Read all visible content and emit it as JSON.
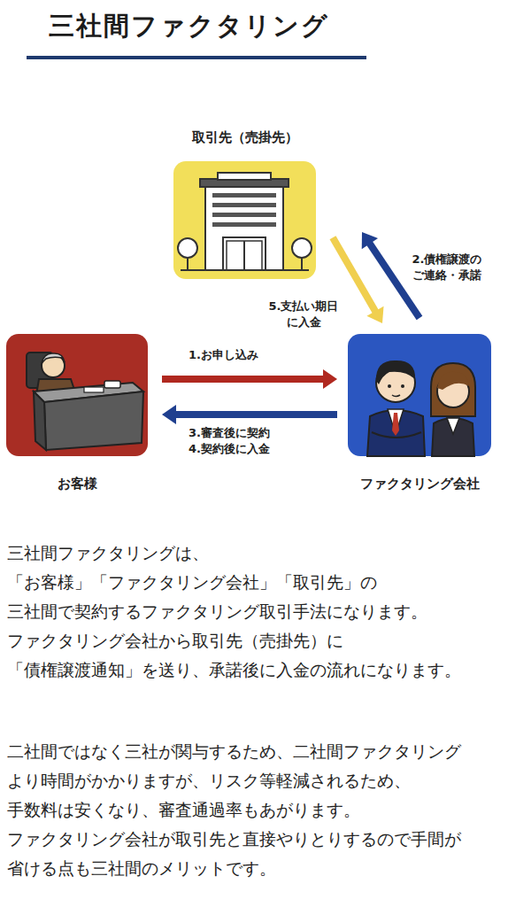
{
  "diagram": {
    "title": "三社間ファクタリング",
    "nodes": [
      {
        "text": [
          "取引先（売掛先）"
        ]
      },
      {
        "text": [
          "お客様"
        ]
      },
      {
        "text": [
          "ファクタリング会社"
        ]
      }
    ],
    "edges": [
      {
        "from": 0,
        "to": 2,
        "label": "5.支払い期日 に入金",
        "arrow": "to"
      },
      {
        "from": 2,
        "to": 0,
        "label": "2.債権譲渡の ご連絡・承諾",
        "arrow": "to"
      },
      {
        "from": 1,
        "to": 2,
        "label": "1.お申し込み",
        "arrow": "to"
      },
      {
        "from": 2,
        "to": 1,
        "label": "3.審査後に契約 4.契約後に入金",
        "arrow": "to"
      }
    ],
    "labels": [
      "三社間ファクタリングは、",
      "「お客様」「ファクタリング会社」「取引先」の",
      "三社間で契約するファクタリング取引手法になります。",
      "ファクタリング会社から取引先（売掛先）に",
      "「債権譲渡通知」を送り、承諾後に入金の流れになります。",
      "二社間ではなく三社が関与するため、二社間ファクタリング",
      "より時間がかかりますが、リスク等軽減されるため、",
      "手数料は安くなり、審査通過率もあがります。",
      "ファクタリング会社が取引先と直接やりとりするので手間が",
      "省ける点も三社間のメリットです。"
    ]
  }
}
